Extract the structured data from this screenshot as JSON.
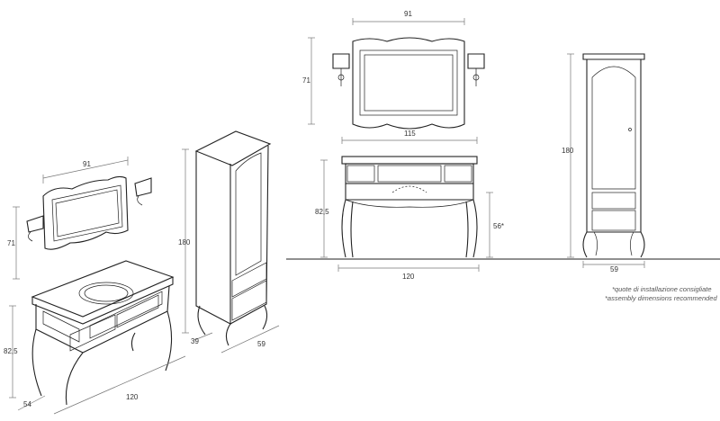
{
  "perspective": {
    "mirror_width": "91",
    "mirror_height": "71",
    "vanity_height": "82,5",
    "vanity_depth": "54",
    "vanity_width": "120",
    "column_height": "180",
    "column_depth": "39",
    "column_width": "59"
  },
  "front": {
    "mirror_width": "91",
    "mirror_height": "71",
    "top_width": "115",
    "vanity_height": "82,5",
    "install_height": "56*",
    "base_width": "120",
    "column_height": "180",
    "column_width": "59"
  },
  "notes": {
    "line1": "*quote di installazione consigliate",
    "line2": "*assembly dimensions recommended"
  }
}
